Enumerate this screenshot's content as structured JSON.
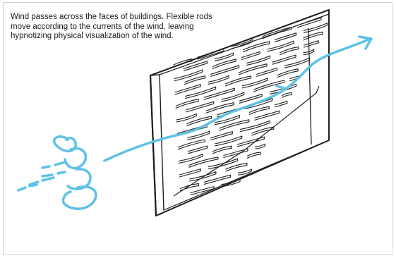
{
  "caption": {
    "lines": [
      "Wind passes across the faces of buildings. Flexible rods",
      "move according to the currents of the wind, leaving",
      "hypnotizing physical visualization of the wind."
    ]
  },
  "colors": {
    "ink": "#1f1f1f",
    "wind": "#5ec1e6",
    "frame_border": "#cfcfcf"
  },
  "icons": {
    "wind_gust": "wind-gust-icon",
    "wind_arrow": "wind-arrow-icon"
  }
}
